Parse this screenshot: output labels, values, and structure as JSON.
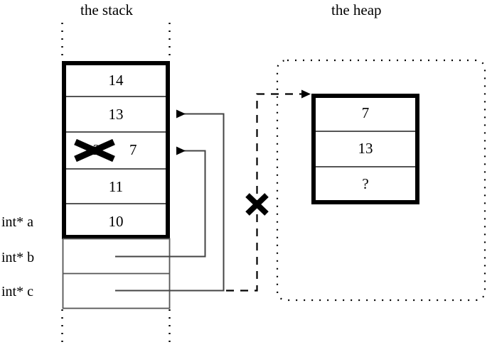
{
  "diagram": {
    "type": "memory-layout-diagram",
    "titles": {
      "stack": "the stack",
      "heap": "the heap"
    },
    "stack": {
      "bold_cells": [
        {
          "value": "14"
        },
        {
          "value": "13"
        },
        {
          "value": "12",
          "struck_out": true,
          "new_value": "7"
        },
        {
          "value": "11"
        },
        {
          "value": "10"
        }
      ],
      "variable_labels": [
        {
          "label": "int* a"
        },
        {
          "label": "int* b"
        },
        {
          "label": "int* c"
        }
      ],
      "thin_cells": [
        {
          "value": ""
        },
        {
          "value": ""
        }
      ]
    },
    "heap": {
      "cells": [
        {
          "value": "7"
        },
        {
          "value": "13"
        },
        {
          "value": "?"
        }
      ]
    },
    "pointers": [
      {
        "from": "int* b",
        "to": "stack-cell-13",
        "style": "solid",
        "crossed_out": false
      },
      {
        "from": "int* c",
        "to": "stack-cell-12-7",
        "style": "solid",
        "crossed_out": false
      },
      {
        "from": "int* c",
        "to": "heap-cell-7",
        "style": "dashed",
        "crossed_out": true
      }
    ],
    "colors": {
      "ink": "#000000",
      "background": "#ffffff",
      "line": "#3a3a3a"
    }
  }
}
